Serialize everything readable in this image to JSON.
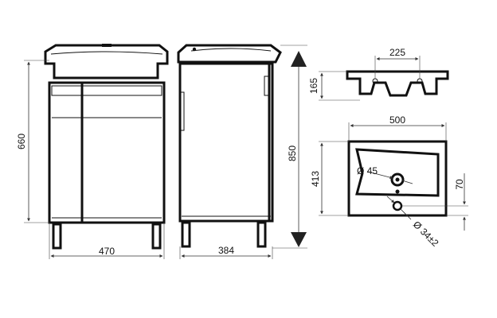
{
  "drawing": {
    "dimensions": {
      "front_width": "470",
      "front_height": "660",
      "side_depth": "384",
      "total_height": "850",
      "top_width": "225",
      "top_height": "165",
      "basin_width": "500",
      "basin_depth": "413",
      "drain_offset": "70",
      "tap_hole_dia": "Ø 45",
      "drain_dia": "Ø 34±2"
    },
    "colors": {
      "line": "#111111",
      "background": "#ffffff"
    }
  }
}
